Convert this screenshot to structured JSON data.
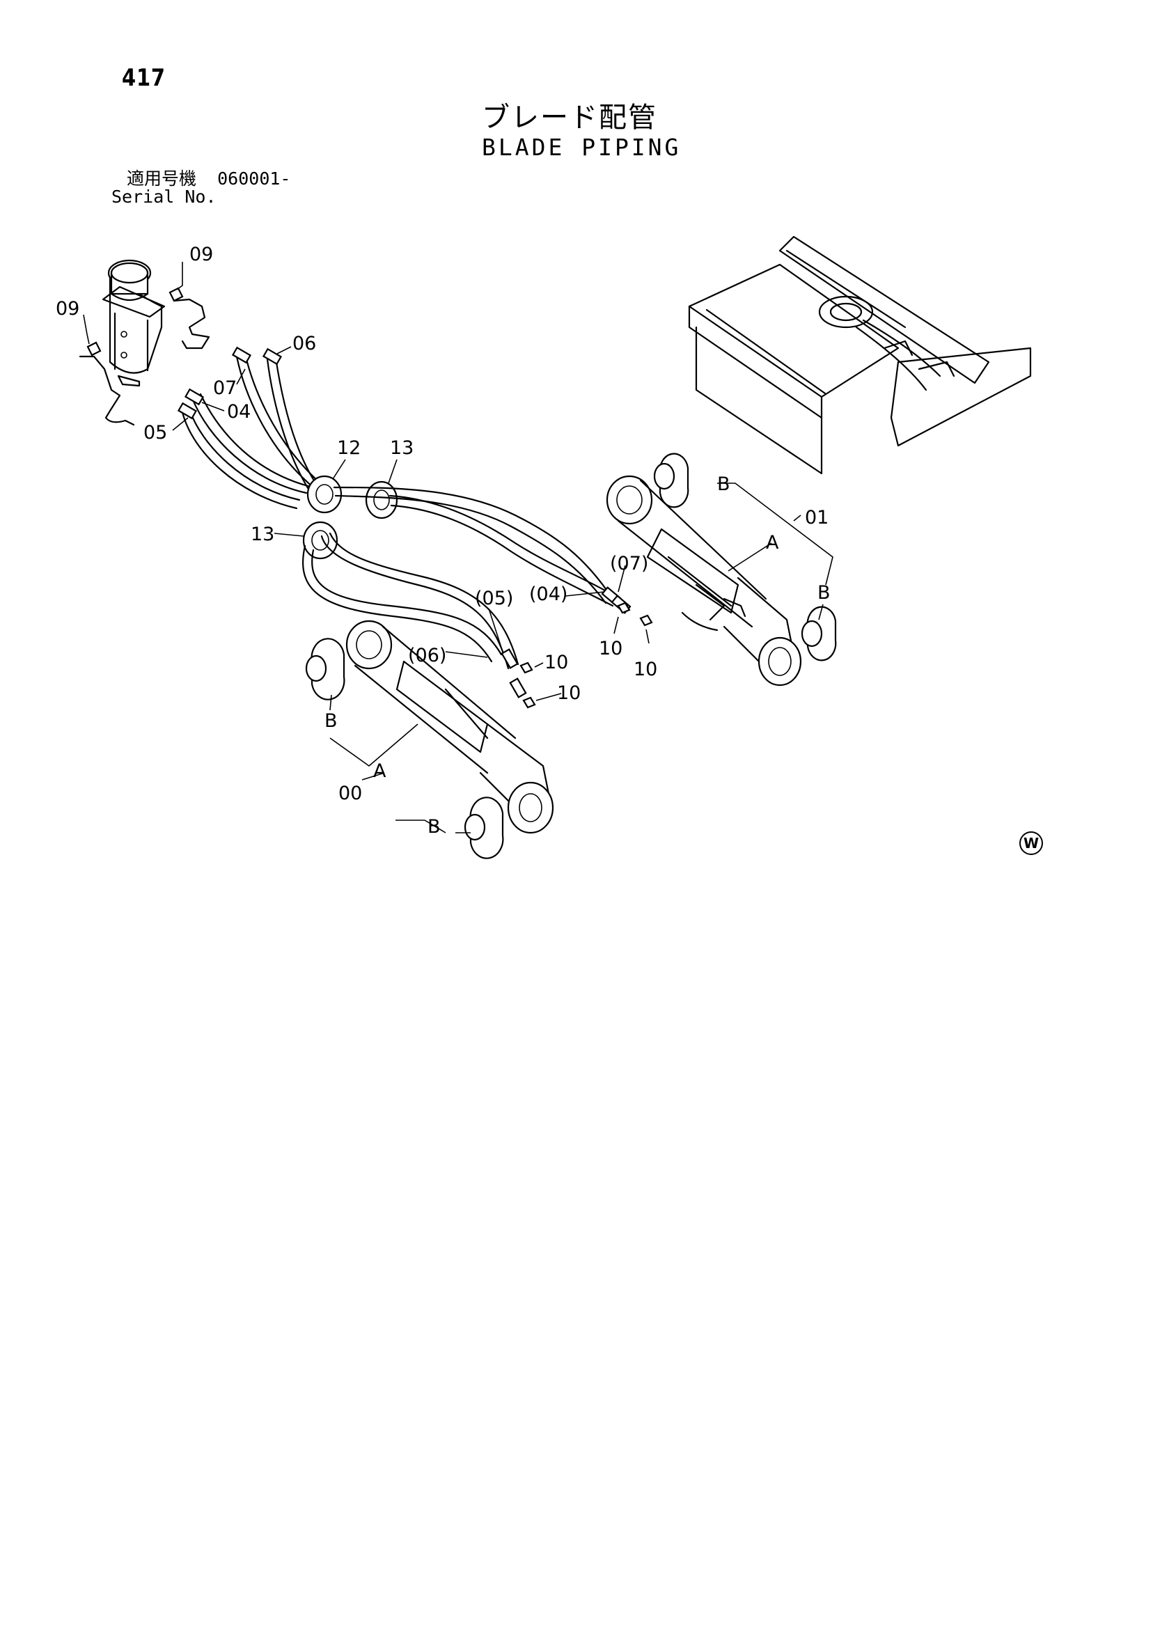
{
  "header": {
    "page_number": "417",
    "title_jp": "ブレード配管",
    "title_en": "BLADE PIPING"
  },
  "serial": {
    "label_jp": "適用号機",
    "value": "060001-",
    "label_en": "Serial No."
  },
  "callouts": {
    "c09_top": "09",
    "c09_left": "09",
    "c06": "06",
    "c07": "07",
    "c04": "04",
    "c05": "05",
    "c12": "12",
    "c13_top": "13",
    "c13_left": "13",
    "c01": "01",
    "cA_right": "A",
    "cB_right_top": "B",
    "cB_right_bottom": "B",
    "c07p": "(07)",
    "c04p": "(04)",
    "c05p": "(05)",
    "c10_a": "10",
    "c10_b": "10",
    "c10_c": "10",
    "c10_d": "10",
    "c06p": "(06)",
    "cB_left_top": "B",
    "cA_left": "A",
    "c00": "00",
    "cB_left_bottom": "B"
  },
  "footer_mark": "W"
}
